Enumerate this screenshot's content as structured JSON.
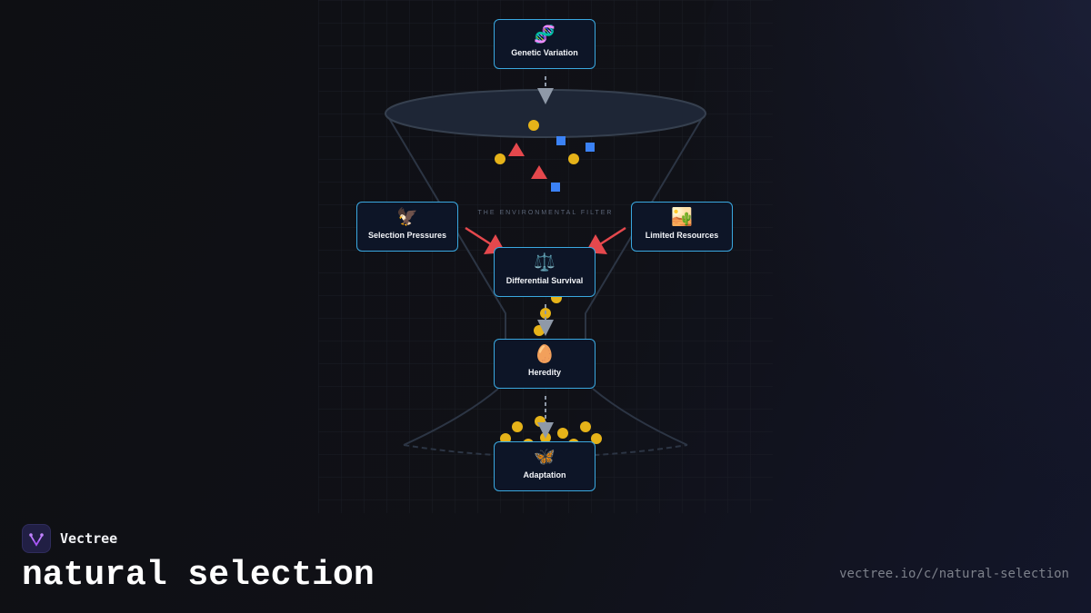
{
  "nodes": {
    "genetic_variation": {
      "emoji": "🧬",
      "label": "Genetic Variation"
    },
    "selection_pressures": {
      "emoji": "🦅",
      "label": "Selection Pressures"
    },
    "limited_resources": {
      "emoji": "🏜️",
      "label": "Limited Resources"
    },
    "differential_survival": {
      "emoji": "⚖️",
      "label": "Differential Survival"
    },
    "heredity": {
      "emoji": "🥚",
      "label": "Heredity"
    },
    "adaptation": {
      "emoji": "🦋",
      "label": "Adaptation"
    }
  },
  "filter_label": "THE ENVIRONMENTAL FILTER",
  "brand": {
    "name": "Vectree"
  },
  "footer": {
    "title": "natural selection",
    "url": "vectree.io/c/natural-selection"
  },
  "colors": {
    "node_border": "#3aa8e0",
    "node_fill": "#0d1527",
    "particle_circle": "#e6b319",
    "particle_triangle": "#e5484d",
    "particle_square": "#3b82f6",
    "pressure_arrow": "#e5484d",
    "flow_arrow": "#8f99a8",
    "funnel_stroke": "#2c3544",
    "funnel_top_fill": "#1e2636"
  }
}
